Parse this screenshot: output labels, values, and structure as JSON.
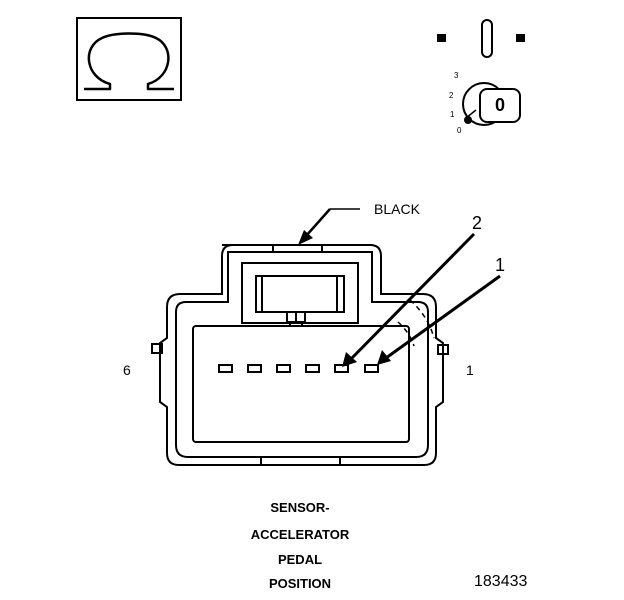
{
  "diagram": {
    "color": "#000000",
    "background": "#ffffff",
    "connector_color_label": "BLACK",
    "callouts": {
      "pin_a": "2",
      "pin_b": "1"
    },
    "side_numbers": {
      "left": "6",
      "right": "1"
    },
    "ignition_positions": [
      "3",
      "2",
      "1",
      "0"
    ],
    "key_label": "0",
    "meter_icon": "ohm-symbol-icon",
    "switch_icon": "ignition-key-icon",
    "caption_lines": [
      "SENSOR-",
      "ACCELERATOR",
      "PEDAL",
      "POSITION"
    ],
    "figure_number": "183433"
  }
}
